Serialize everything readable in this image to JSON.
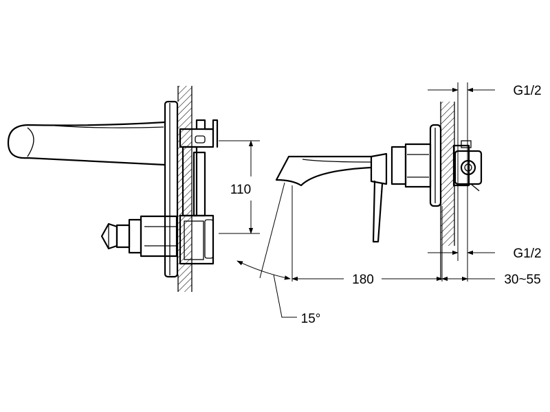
{
  "dimensions": {
    "height_110": "110",
    "length_180": "180",
    "wall_range": "30~55",
    "angle": "15°",
    "thread_top": "G1/2",
    "thread_bottom": "G1/2"
  }
}
